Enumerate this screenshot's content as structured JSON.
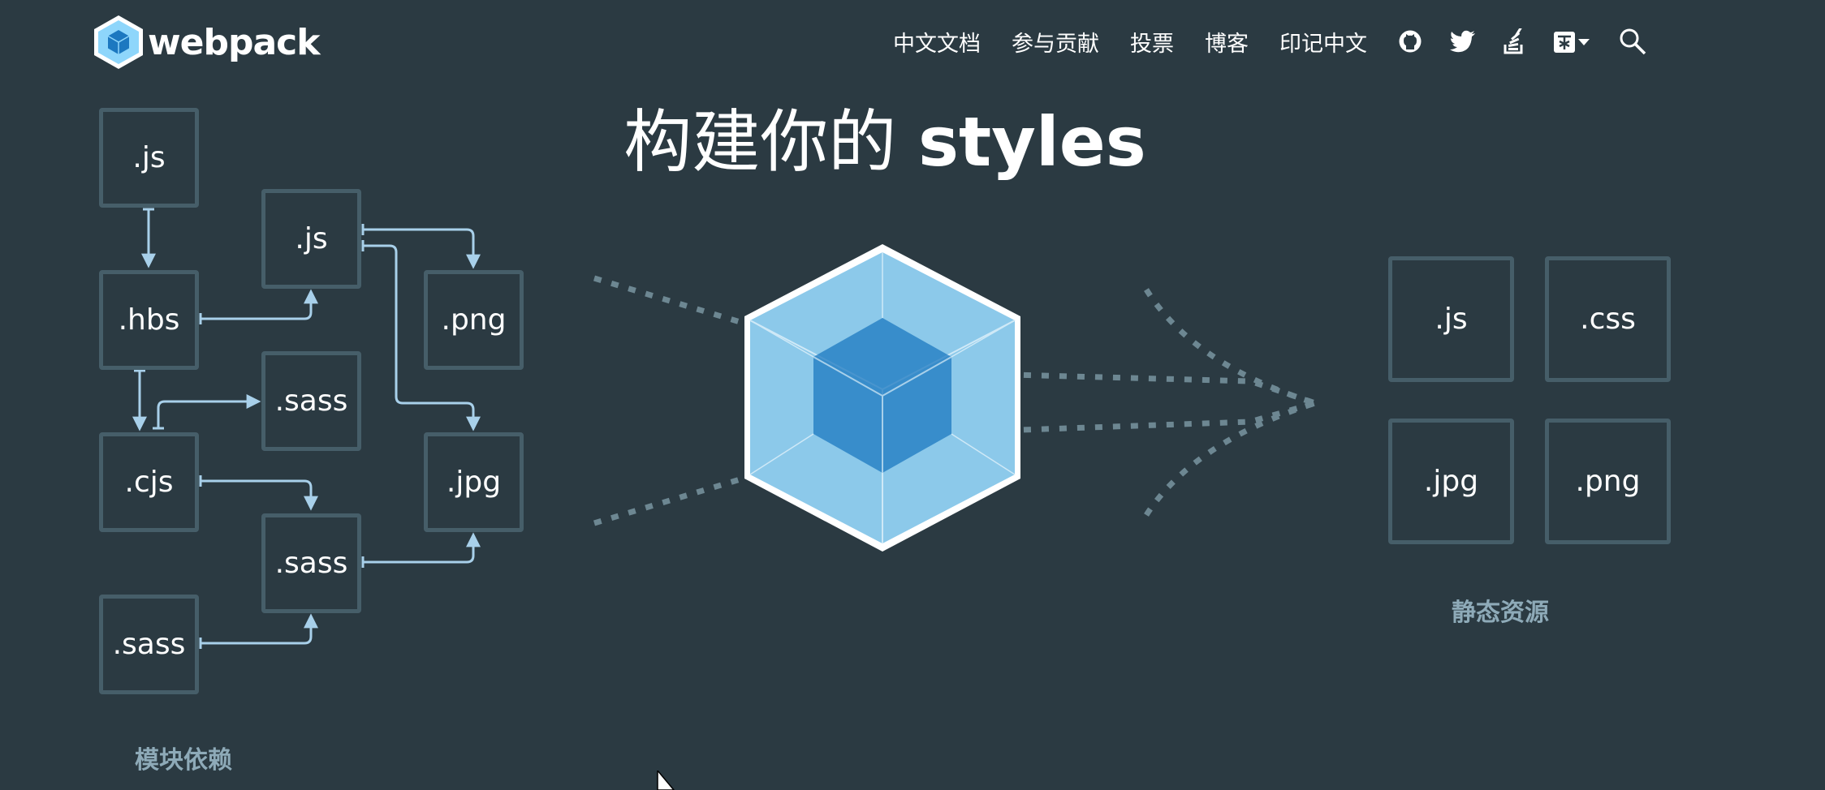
{
  "header": {
    "brand": "webpack",
    "nav": [
      "中文文档",
      "参与贡献",
      "投票",
      "博客",
      "印记中文"
    ],
    "icons": [
      "github-icon",
      "twitter-icon",
      "stackoverflow-icon",
      "language-icon",
      "search-icon"
    ]
  },
  "hero": {
    "title_prefix": "构建你的",
    "title_keyword": "styles"
  },
  "modules": {
    "caption": "模块依赖",
    "items": [
      ".js",
      ".hbs",
      ".cjs",
      ".sass",
      ".js",
      ".sass",
      ".sass",
      ".png",
      ".jpg"
    ]
  },
  "assets": {
    "caption": "静态资源",
    "items": [
      ".js",
      ".css",
      ".jpg",
      ".png"
    ]
  },
  "colors": {
    "background": "#2b3a42",
    "box_border": "#465e69",
    "arrow": "#a8d0ea",
    "cube_light": "#8ed6fb",
    "cube_dark": "#1c78c0",
    "caption": "#8eaab8"
  }
}
